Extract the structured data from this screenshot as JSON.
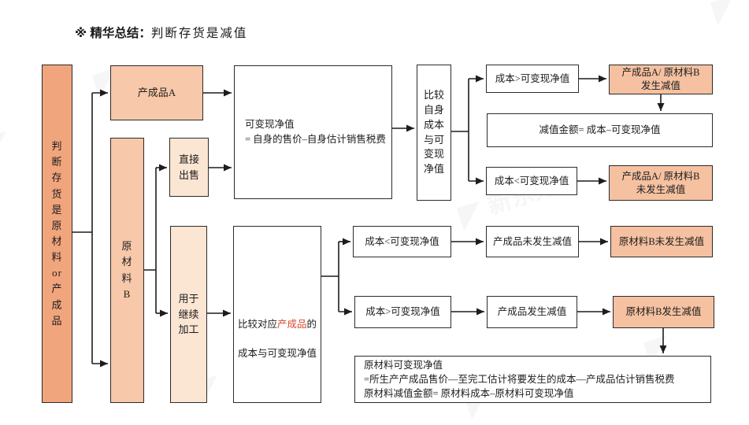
{
  "title": {
    "prefix": "※ 精华总结：",
    "main": "判断存货是减值"
  },
  "watermark": {
    "glyph": "◤",
    "label": "新东方"
  },
  "colors": {
    "decision_fill": "#f1a57d",
    "category_fill": "#f7c8a9",
    "result_fill": "#f5c1a0",
    "option_fill": "#fbe5d3",
    "border": "#2b2b2b",
    "highlight_text": "#d8472c"
  },
  "nodes": {
    "decision": "判\n断\n存\n货\n是\n原\n材\n料\nor\n产\n成\n品",
    "finished_a": "产成品A",
    "raw_b": "原\n材\n料\nB",
    "direct_sale": "直接\n出售",
    "further_processing": "用于\n继续\n加工",
    "nrv": "可变现净值\n= 自身的售价–自身估计销售税费",
    "compare_own": "比较\n自身\n成本\n与可\n变现\n净值",
    "cost_gt_1": "成本>可变现净值",
    "impairment_a": "产成品A/ 原材料B\n发生减值",
    "impairment_amount": "减值金额= 成本–可变现净值",
    "cost_lt_1": "成本<可变现净值",
    "no_impairment_a": "产成品A/ 原材料B\n未发生减值",
    "compare_product": {
      "line1_pre": "比较对应",
      "line1_red": "产成品",
      "line1_post": "的",
      "line2": "成本与可变现净值"
    },
    "cost_lt_2": "成本<可变现净值",
    "product_no_impairment": "产成品未发生减值",
    "material_b_no_impairment": "原材料B未发生减值",
    "cost_gt_2": "成本>可变现净值",
    "product_impairment": "产成品发生减值",
    "material_b_impairment": "原材料B发生减值",
    "material_nrv_formula": "原材料可变现净值\n=所生产产成品售价—至完工估计将要发生的成本—产成品估计销售税费\n原材料减值金额= 原材料成本–原材料可变现净值"
  }
}
